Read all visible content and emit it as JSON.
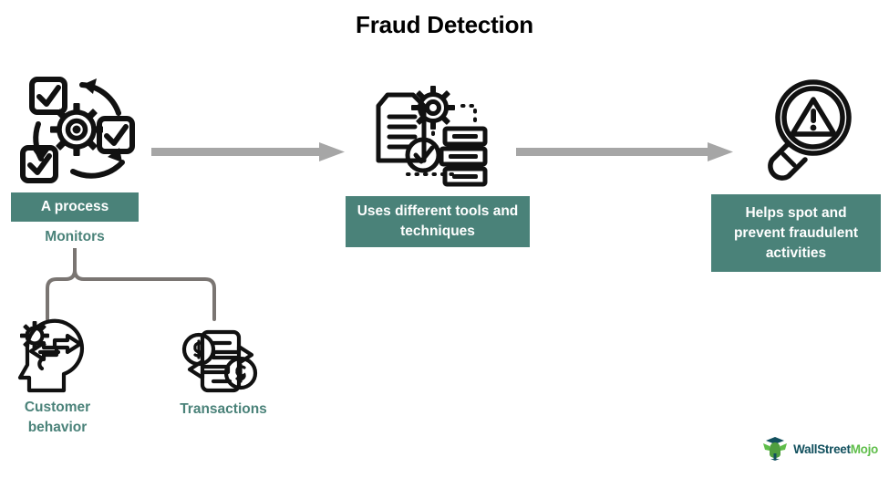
{
  "title": "Fraud Detection",
  "colors": {
    "teal": "#4a8279",
    "arrow_gray": "#a6a6a6",
    "icon_black": "#111111",
    "logo_dark": "#12505e",
    "logo_green": "#5fbe4a"
  },
  "stages": [
    {
      "icon_name": "process-cycle-gear-checkboxes-icon",
      "label": "A process",
      "sublabel": "Monitors"
    },
    {
      "icon_name": "document-gear-database-tools-icon",
      "label": "Uses different tools and techniques"
    },
    {
      "icon_name": "magnifier-warning-alert-icon",
      "label": "Helps spot and prevent fraudulent activities"
    }
  ],
  "arrows": [
    {
      "name": "arrow-stage1-to-stage2"
    },
    {
      "name": "arrow-stage2-to-stage3"
    }
  ],
  "branch": {
    "connector_name": "brace-connector",
    "items": [
      {
        "icon_name": "head-gear-behavior-icon",
        "label": "Customer behavior"
      },
      {
        "icon_name": "transactions-exchange-dollar-icon",
        "label": "Transactions"
      }
    ]
  },
  "logo": {
    "mark_name": "wallstreetmojo-bull-icon",
    "text_primary": "WallStreet",
    "text_secondary": "Mojo"
  }
}
